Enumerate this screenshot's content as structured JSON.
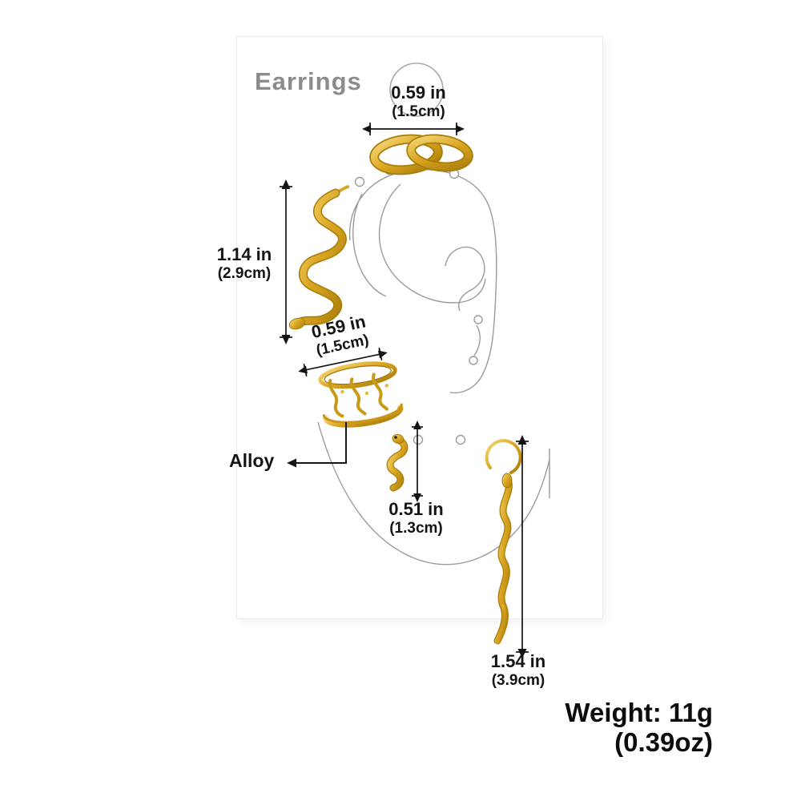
{
  "title": "Earrings",
  "dims": {
    "top_hoop": {
      "inches": "0.59 in",
      "cm": "(1.5cm)"
    },
    "snake_cuff": {
      "inches": "1.14 in",
      "cm": "(2.9cm)"
    },
    "wide_cuff": {
      "inches": "0.59 in",
      "cm": "(1.5cm)"
    },
    "snake_stud": {
      "inches": "0.51 in",
      "cm": "(1.3cm)"
    },
    "snake_drop": {
      "inches": "1.54 in",
      "cm": "(3.9cm)"
    }
  },
  "material": {
    "label": "Alloy"
  },
  "weight": {
    "grams": "Weight: 11g",
    "ounces": "(0.39oz)"
  },
  "colors": {
    "gold": "#d9a520",
    "gold_dark": "#a87c0a",
    "gold_light": "#f6d878",
    "annotation_black": "#141414",
    "ear_outline_gray": "#9b9b9b",
    "title_gray": "#8c8c8c",
    "card_white": "#ffffff"
  }
}
